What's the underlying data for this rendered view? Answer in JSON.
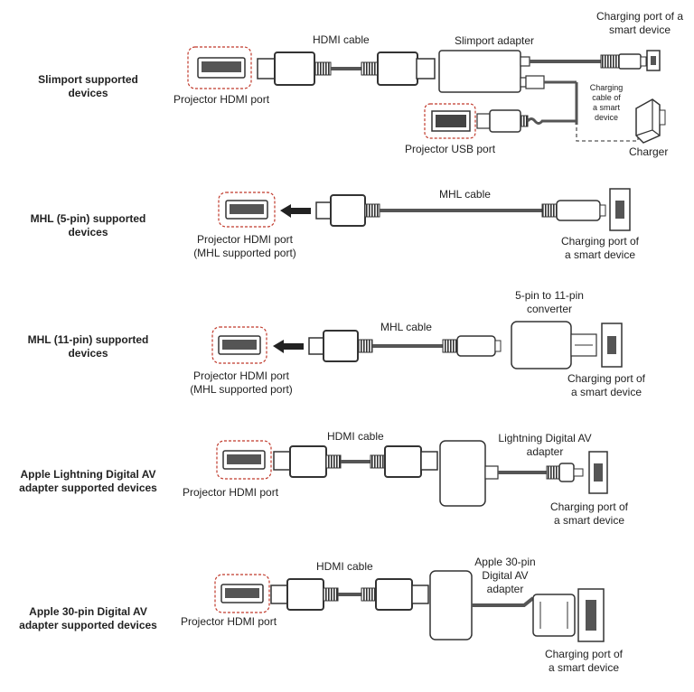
{
  "rows": [
    {
      "title": [
        "Slimport supported",
        "devices"
      ],
      "labels": {
        "hdmi_cable": "HDMI cable",
        "adapter": "Slimport adapter",
        "charging_port": [
          "Charging port of a",
          "smart device"
        ],
        "projector_hdmi": "Projector HDMI port",
        "charging_cable": [
          "Charging",
          "cable of",
          "a smart",
          "device"
        ],
        "projector_usb": "Projector USB port",
        "charger": "Charger"
      }
    },
    {
      "title": [
        "MHL (5-pin) supported",
        "devices"
      ],
      "labels": {
        "cable": "MHL cable",
        "projector_port": [
          "Projector HDMI port",
          "(MHL supported port)"
        ],
        "charging_port": [
          "Charging port of",
          "a smart device"
        ]
      }
    },
    {
      "title": [
        "MHL (11-pin) supported",
        "devices"
      ],
      "labels": {
        "converter": [
          "5-pin to 11-pin",
          "converter"
        ],
        "cable": "MHL cable",
        "projector_port": [
          "Projector HDMI port",
          "(MHL supported port)"
        ],
        "charging_port": [
          "Charging port of",
          "a smart device"
        ]
      }
    },
    {
      "title": [
        "Apple Lightning Digital AV",
        "adapter supported devices"
      ],
      "labels": {
        "hdmi_cable": "HDMI cable",
        "adapter": [
          "Lightning Digital AV",
          "adapter"
        ],
        "projector_hdmi": "Projector HDMI port",
        "charging_port": [
          "Charging port of",
          "a smart device"
        ]
      }
    },
    {
      "title": [
        "Apple 30-pin Digital AV",
        "adapter supported devices"
      ],
      "labels": {
        "hdmi_cable": "HDMI cable",
        "adapter": [
          "Apple 30-pin",
          "Digital AV",
          "adapter"
        ],
        "projector_hdmi": "Projector HDMI port",
        "charging_port": [
          "Charging port of",
          "a smart device"
        ]
      }
    }
  ]
}
